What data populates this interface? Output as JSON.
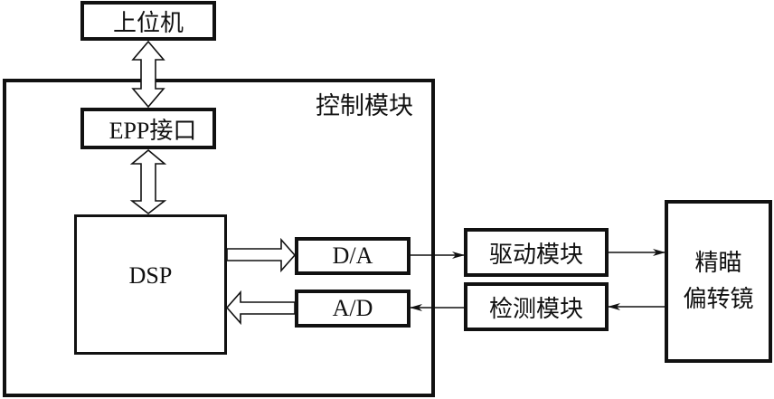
{
  "title": "精瞄偏转镜控制系统框图",
  "nodes": {
    "host": {
      "label": "上位机"
    },
    "control_module": {
      "label": "控制模块"
    },
    "epp": {
      "label": "EPP接口"
    },
    "dsp": {
      "label": "DSP"
    },
    "da": {
      "label": "D/A"
    },
    "ad": {
      "label": "A/D"
    },
    "driver": {
      "label": "驱动模块"
    },
    "detector": {
      "label": "检测模块"
    },
    "mirror": {
      "label_line1": "精瞄",
      "label_line2": "偏转镜"
    }
  },
  "edges": [
    {
      "from": "host",
      "to": "epp",
      "type": "bidirectional-bus"
    },
    {
      "from": "epp",
      "to": "dsp",
      "type": "bidirectional-bus"
    },
    {
      "from": "dsp",
      "to": "da",
      "type": "bus"
    },
    {
      "from": "ad",
      "to": "dsp",
      "type": "bus"
    },
    {
      "from": "da",
      "to": "driver",
      "type": "signal"
    },
    {
      "from": "driver",
      "to": "mirror",
      "type": "signal"
    },
    {
      "from": "mirror",
      "to": "detector",
      "type": "signal"
    },
    {
      "from": "detector",
      "to": "ad",
      "type": "signal"
    }
  ]
}
